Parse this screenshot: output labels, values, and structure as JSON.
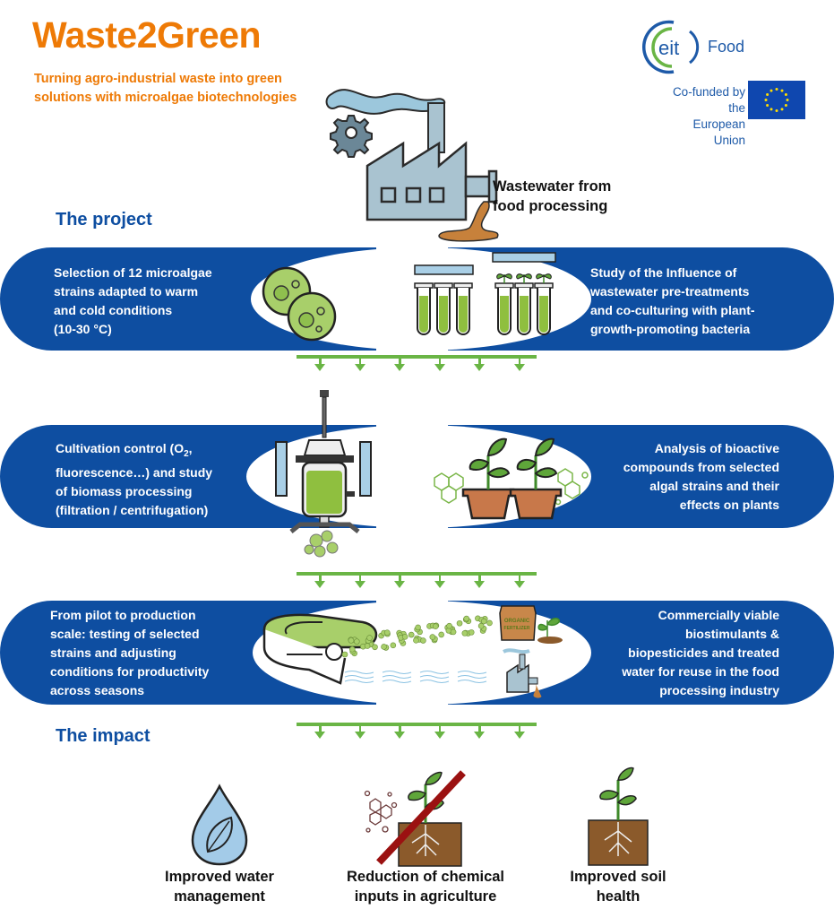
{
  "header": {
    "title": "Waste2Green",
    "subtitle": "Turning agro-industrial waste into green solutions with microalgae biotechnologies"
  },
  "logos": {
    "eit_text": "eit",
    "food_text": "Food",
    "cofunded_line1": "Co-funded by the",
    "cofunded_line2": "European Union"
  },
  "intro": {
    "wastewater_line1": "Wastewater from",
    "wastewater_line2": "food processing"
  },
  "sections": {
    "project_heading": "The project",
    "impact_heading": "The impact"
  },
  "steps": [
    {
      "side": "left",
      "lines": [
        "Selection of 12 microalgae",
        "strains adapted to warm",
        "and cold conditions",
        "(10-30 °C)"
      ]
    },
    {
      "side": "right",
      "lines": [
        "Study of  the Influence of",
        "wastewater pre-treatments",
        "and co-culturing with plant-",
        "growth-promoting bacteria"
      ]
    },
    {
      "side": "left",
      "lines_pre": "Cultivation control (O",
      "subscript": "2",
      "lines_post": ",",
      "lines": [
        "fluorescence…) and study",
        "of biomass processing",
        "(filtration / centrifugation)"
      ]
    },
    {
      "side": "right",
      "lines": [
        "Analysis of bioactive",
        "compounds from selected",
        "algal strains and their",
        "effects on plants"
      ]
    },
    {
      "side": "left",
      "lines": [
        "From pilot to production",
        "scale: testing of selected",
        "strains and adjusting",
        "conditions for productivity",
        "across seasons"
      ]
    },
    {
      "side": "right",
      "lines": [
        "Commercially viable",
        "biostimulants &",
        "biopesticides and treated",
        "water for reuse in the food",
        "processing industry"
      ]
    }
  ],
  "illustrations": {
    "fertilizer_bag_line1": "ORGANIC",
    "fertilizer_bag_line2": "FERTILIZER"
  },
  "impacts": [
    {
      "icon": "water-drop-leaf-icon",
      "line1": "Improved water",
      "line2": "management"
    },
    {
      "icon": "crossed-chemical-plant-icon",
      "line1": "Reduction of chemical",
      "line2": "inputs  in agriculture"
    },
    {
      "icon": "healthy-soil-plant-icon",
      "line1": "Improved soil",
      "line2": "health"
    }
  ],
  "colors": {
    "brand_orange": "#ee7a06",
    "brand_blue": "#0e4ea1",
    "arrow_green": "#6ab545",
    "eu_blue": "#0f47af",
    "eu_star": "#ffdd00"
  }
}
